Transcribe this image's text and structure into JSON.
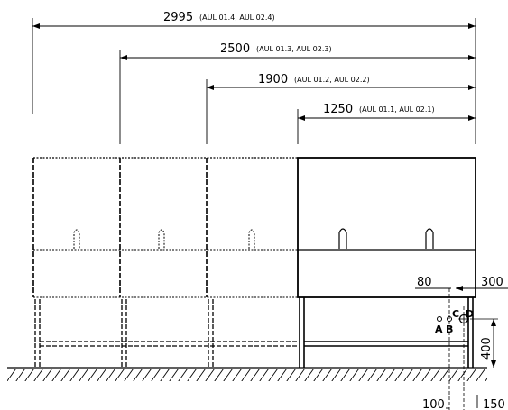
{
  "dimensions": [
    {
      "value": "2995",
      "models": "(AUL 01.4,  AUL 02.4)"
    },
    {
      "value": "2500",
      "models": "(AUL 01.3,  AUL 02.3)"
    },
    {
      "value": "1900",
      "models": "(AUL 01.2,  AUL 02.2)"
    },
    {
      "value": "1250",
      "models": "(AUL 01.1,  AUL 02.1)"
    }
  ],
  "side_dimensions": {
    "d80": "80",
    "d300": "300",
    "d400": "400",
    "d100": "100",
    "d150": "150"
  },
  "connection_labels": {
    "a": "A",
    "b": "B",
    "c": "C",
    "d": "D"
  }
}
